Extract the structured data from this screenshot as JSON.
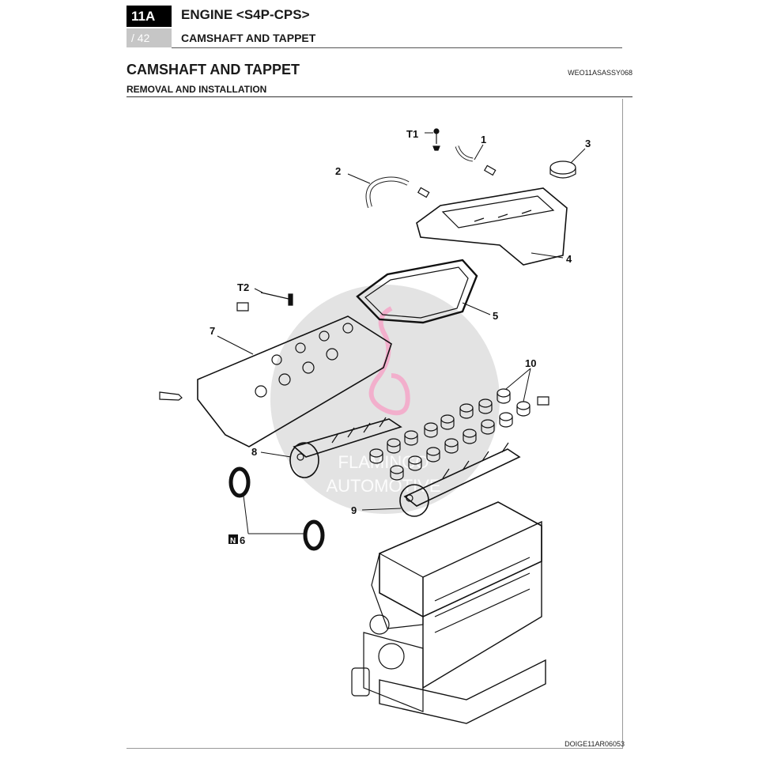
{
  "header": {
    "section_code": "11A",
    "page": "/ 42",
    "title": "ENGINE <S4P-CPS>",
    "subtitle": "CAMSHAFT AND TAPPET"
  },
  "section": {
    "title": "CAMSHAFT AND TAPPET",
    "code": "WEO11ASASSY068",
    "subtitle": "REMOVAL AND INSTALLATION"
  },
  "figure": {
    "code": "DOIGE11AR06053",
    "labels": {
      "t1": "T1",
      "t2": "T2",
      "n_box": "N",
      "n6": "6",
      "p1": "1",
      "p2": "2",
      "p3": "3",
      "p4": "4",
      "p5": "5",
      "p7": "7",
      "p8": "8",
      "p9": "9",
      "p10": "10"
    }
  },
  "watermark": {
    "line1": "FLAMINGO",
    "line2": "AUTOMOTIVE",
    "color": "#d9d9d9",
    "accent": "#f4a6c8"
  }
}
